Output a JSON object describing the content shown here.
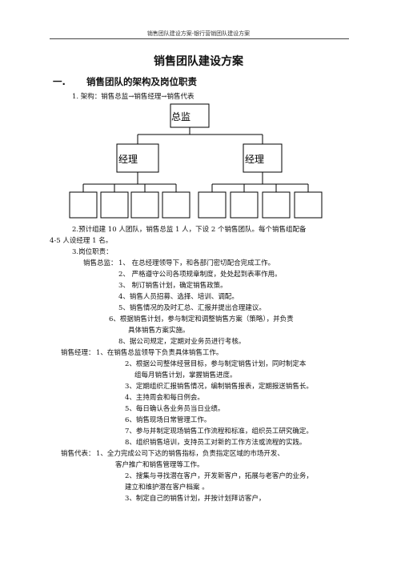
{
  "header": {
    "running_title": "销售团队建设方案-银行营销团队建设方案"
  },
  "title": "销售团队建设方案",
  "section1": {
    "number": "一.",
    "heading": "销售团队的架构及岗位职责"
  },
  "architecture": "1.  架构：销售总监→销售经理→销售代表",
  "org_chart": {
    "director": "总监",
    "managers": [
      "经理",
      "经理"
    ],
    "reps_per_manager": 4
  },
  "paragraphs": {
    "p2_line1": "2.预计组建 10 人团队，销售总监 1 人，下设 2 个销售团队。每个销售组配备",
    "p2_line2": "4-5 人设经理 1 名。",
    "p3": "3.岗位职责：",
    "director_label": "销售总监：",
    "director_duties": [
      "1、  在总经理领导下，和各部门密切配合完成工作。",
      "2、  严格遵守公司各项规章制度，处处起到表率作用。",
      "3、  制订销售计划，确定销售政策。",
      "4、销售人员招募、选择、培训、调配。",
      "5、销售情况的及时汇总、汇报并提出合理建议。",
      "6、根据销售计划，参与制定和调整销售方案（策略），并负责",
      "具体销售方案实施。",
      "8、据公司规定，定期对业务员进行考核。"
    ],
    "manager_label": "销售经理：",
    "manager_duties": [
      "1、在销售总监领导下负责具体销售工作。",
      "2、根据公司整体经营目标，参与制定销售计划，同时制定本",
      "组每月销售计划，掌握销售进度。",
      "3、定期组织汇报销售情况，编制销售报表，定期报送销售长。",
      "4、主持周会和每日例会。",
      "5、每日确认各业务员当日业绩。",
      "6、销售现场日常管理工作。",
      "7、参与并制定现场销售工作流程和标准，组织员工研究确定。",
      "8、组织销售培训，支持员工对新的工作方法或流程的实践。"
    ],
    "rep_label": "销售代表：",
    "rep_duties": [
      "1、全力完成公司下达的销售指标，负责指定区域的市场开发、",
      "客户推广和销售管理等工作。",
      "2、搜集与寻找潜在客户，开发新客户，拓展与老客户的业务，",
      "建立和维护潜在客户档案 。",
      "3、制定自己的销售计划，并按计划拜访客户，"
    ]
  }
}
